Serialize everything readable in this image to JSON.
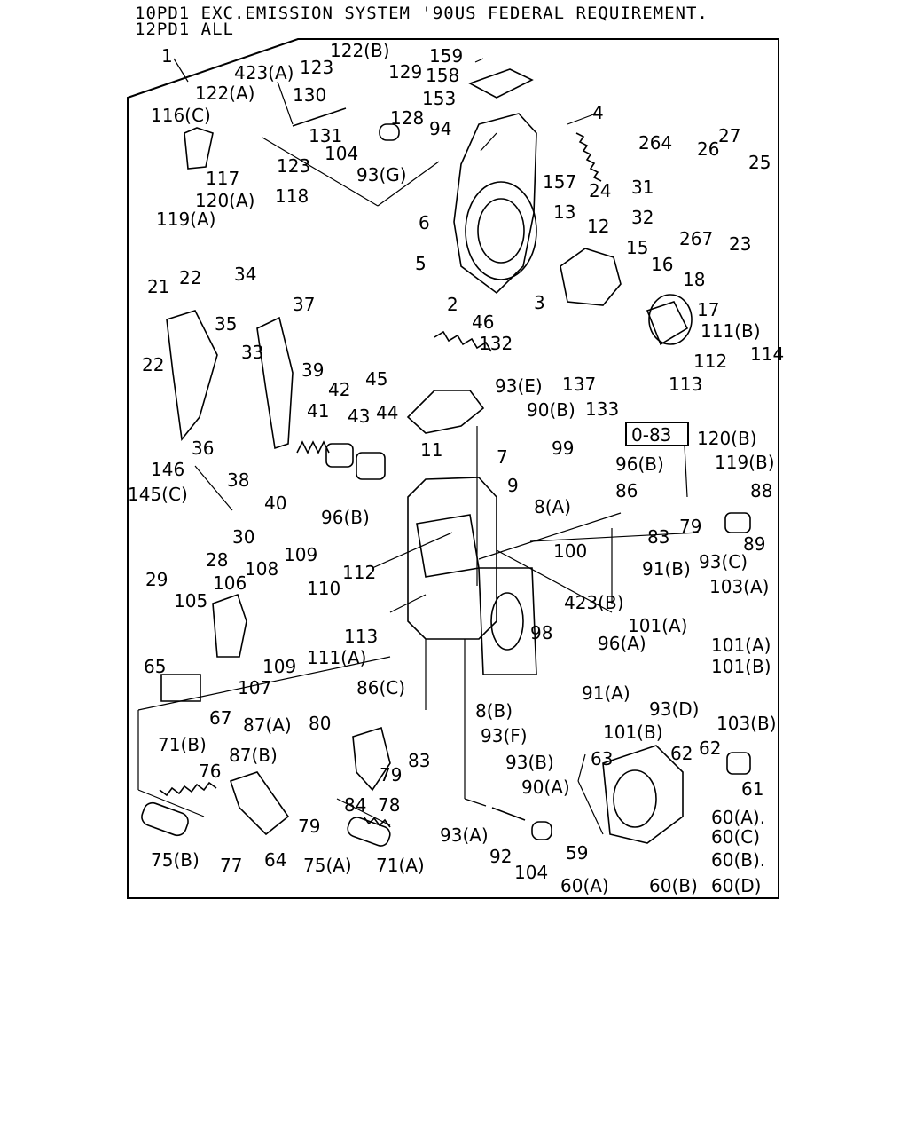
{
  "header": {
    "line1": "10PD1 EXC.EMISSION SYSTEM '90US FEDERAL REQUIREMENT.",
    "line2": "12PD1 ALL"
  },
  "frame_callout": "1",
  "boxed_note": "0-83",
  "labels": [
    "122(B)",
    "159",
    "129",
    "158",
    "423(A)",
    "123",
    "153",
    "122(A)",
    "130",
    "128",
    "4",
    "116(C)",
    "131",
    "94",
    "264",
    "26",
    "27",
    "123",
    "104",
    "157",
    "31",
    "25",
    "117",
    "118",
    "93(G)",
    "24",
    "120(A)",
    "32",
    "267",
    "23",
    "119(A)",
    "13",
    "12",
    "6",
    "15",
    "16",
    "5",
    "3",
    "18",
    "2",
    "17",
    "21",
    "22",
    "34",
    "37",
    "35",
    "46",
    "111(B)",
    "132",
    "22",
    "33",
    "112",
    "114",
    "39",
    "137",
    "113",
    "42",
    "45",
    "93(E)",
    "133",
    "41",
    "43",
    "44",
    "90(B)",
    "120(B)",
    "36",
    "99",
    "119(B)",
    "146",
    "38",
    "11",
    "7",
    "96(B)",
    "88",
    "145(C)",
    "40",
    "9",
    "8(A)",
    "86",
    "96(B)",
    "83",
    "79",
    "89",
    "30",
    "28",
    "100",
    "29",
    "108",
    "109",
    "91(B)",
    "93(C)",
    "106",
    "112",
    "103(A)",
    "105",
    "110",
    "423(B)",
    "101(A)",
    "98",
    "113",
    "101(A)",
    "109",
    "111(A)",
    "96(A)",
    "107",
    "65",
    "101(B)",
    "91(A)",
    "86(C)",
    "93(D)",
    "67",
    "8(B)",
    "103(B)",
    "101(B)",
    "87(A)",
    "80",
    "71(B)",
    "93(F)",
    "83",
    "62",
    "63",
    "87(B)",
    "62",
    "93(B)",
    "76",
    "79",
    "61",
    "90(A)",
    "84",
    "78",
    "60(A).",
    "79",
    "93(A)",
    "60(C)",
    "92",
    "59",
    "75(B)",
    "77",
    "64",
    "75(A)",
    "71(A)",
    "104",
    "60(B).",
    "60(A)",
    "60(B)",
    "60(D)"
  ]
}
